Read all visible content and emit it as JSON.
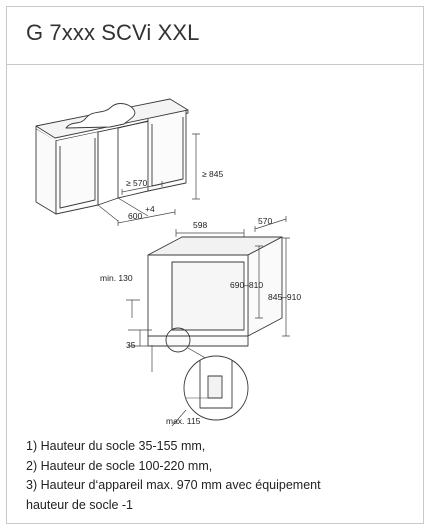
{
  "title": "G 7xxx SCVi XXL",
  "dimensions": {
    "min_width": "≥ 570",
    "niche_width": "600",
    "niche_width_tolerance": "+4",
    "min_height": "≥ 845",
    "appliance_width": "598",
    "appliance_depth": "570",
    "appliance_height": "690–810",
    "total_height": "845–910",
    "min_130": "min. 130",
    "plinth_35": "35",
    "max_115": "max. 115"
  },
  "notes": [
    "1) Hauteur du socle 35-155 mm,",
    "2) Hauteur de socle 100-220 mm,",
    "3) Hauteur d‘appareil max. 970 mm avec équipement",
    "hauteur de socle -1"
  ],
  "colors": {
    "line": "#3a3a3a",
    "dim": "#444444",
    "frame": "#c8c8c8",
    "panel": "#f2f2f2"
  }
}
